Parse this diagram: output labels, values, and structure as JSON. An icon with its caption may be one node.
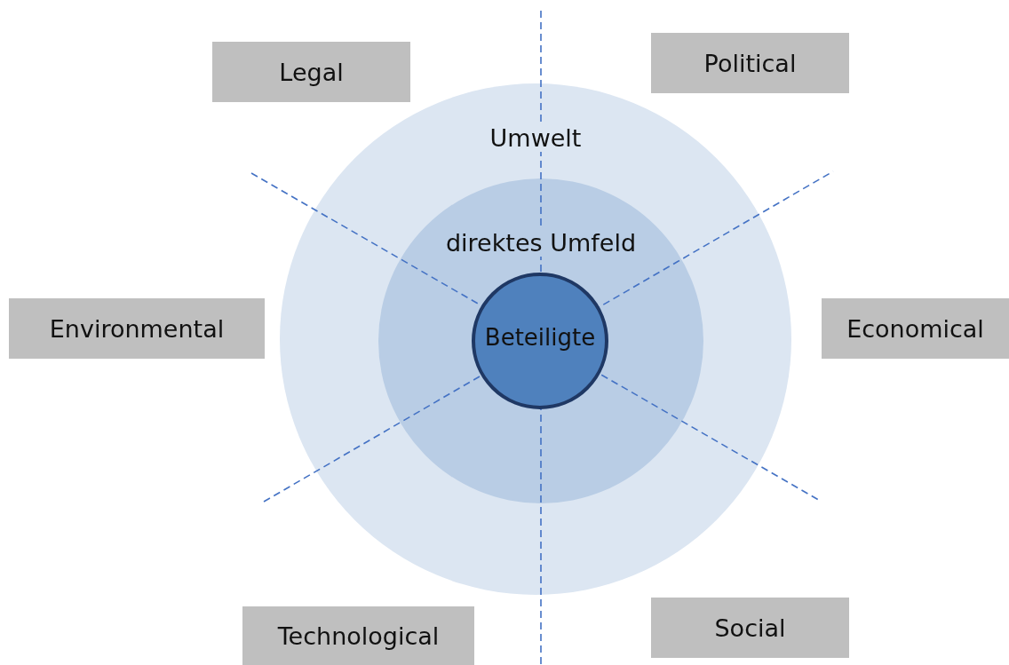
{
  "diagram": {
    "nodes": [
      {
        "text": [
          "Umwelt"
        ]
      },
      {
        "text": [
          "direktes Umfeld"
        ],
        "in": 0
      },
      {
        "text": [
          "Beteiligte"
        ],
        "in": 1
      },
      {
        "text": [
          "Legal"
        ]
      },
      {
        "text": [
          "Political"
        ]
      },
      {
        "text": [
          "Environmental"
        ]
      },
      {
        "text": [
          "Economical"
        ]
      },
      {
        "text": [
          "Technological"
        ]
      },
      {
        "text": [
          "Social"
        ]
      }
    ]
  }
}
